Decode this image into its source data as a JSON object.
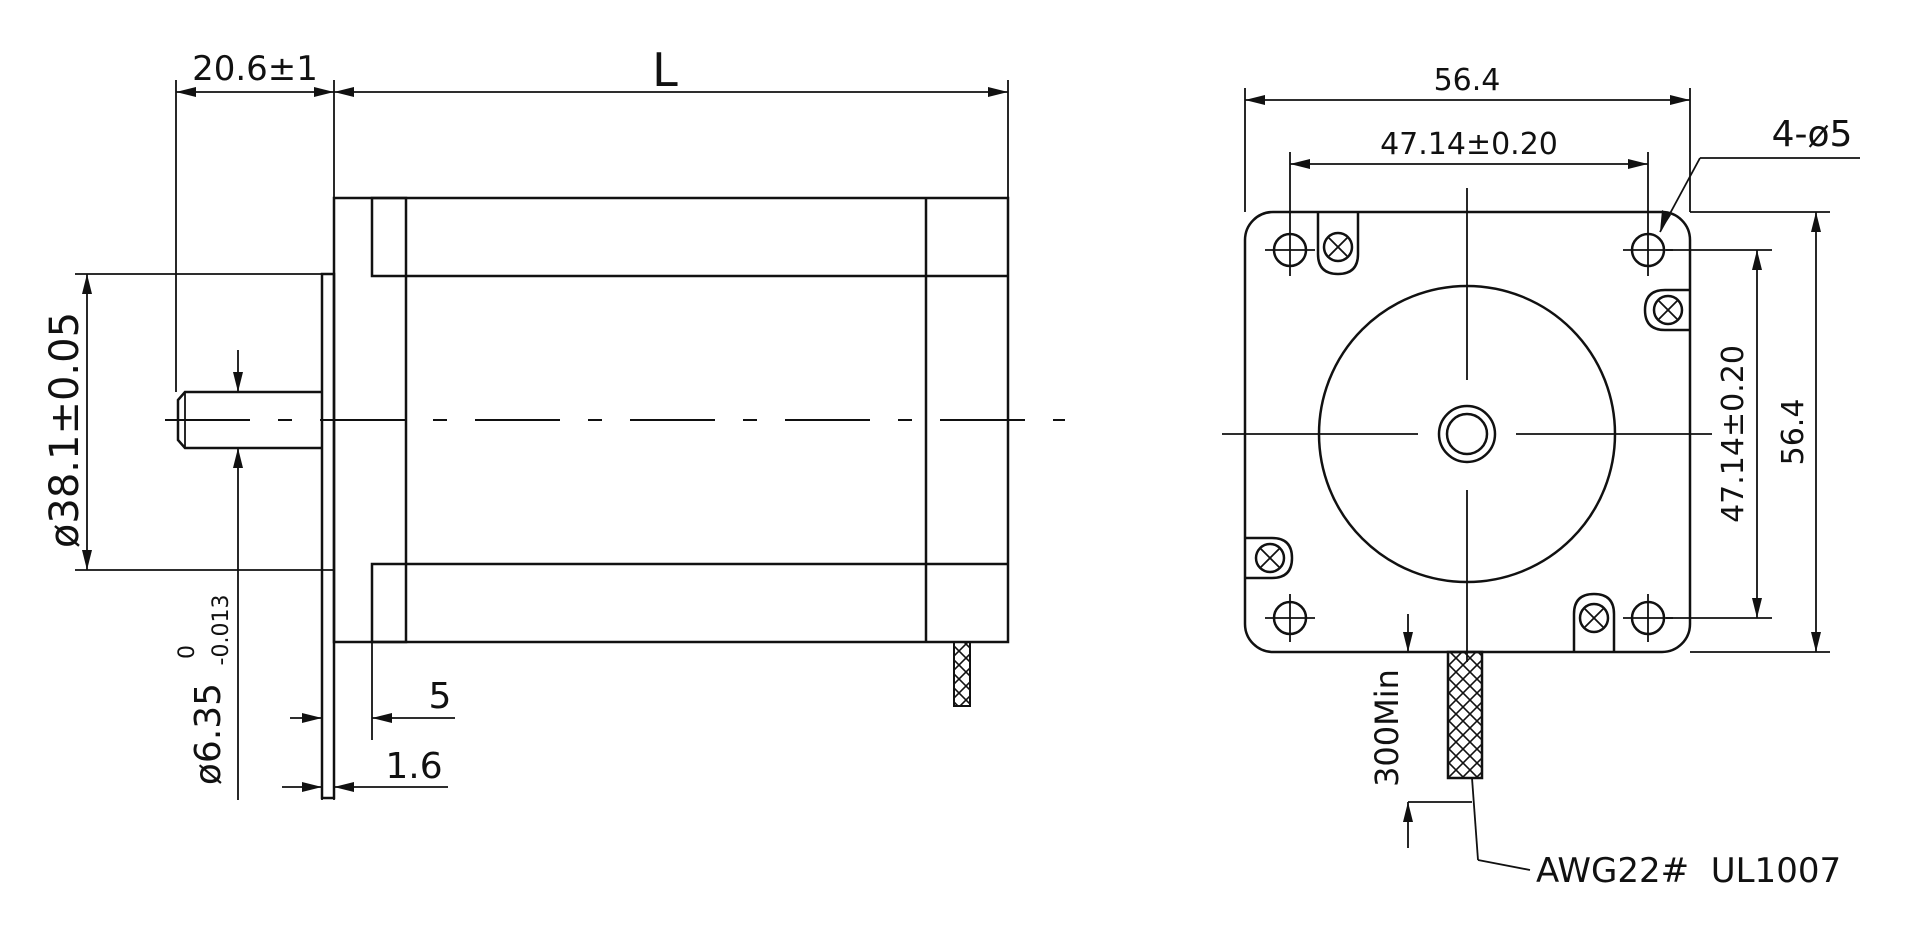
{
  "side_view": {
    "dim_shaft_length": "20.6±1",
    "dim_body_length": "L",
    "dim_pilot_diameter": "ø38.1±0.05",
    "dim_shaft_diameter_main": "ø6.35",
    "dim_shaft_diameter_upper": "0",
    "dim_shaft_diameter_lower": "-0.013",
    "dim_flange_offset": "5",
    "dim_flange_thickness": "1.6"
  },
  "front_view": {
    "dim_overall_width": "56.4",
    "dim_hole_spacing_h": "47.14±0.20",
    "dim_hole_callout": "4-ø5",
    "dim_hole_spacing_v": "47.14±0.20",
    "dim_overall_height": "56.4",
    "dim_lead_length": "300Min",
    "wire_spec": "AWG22#  UL1007"
  }
}
